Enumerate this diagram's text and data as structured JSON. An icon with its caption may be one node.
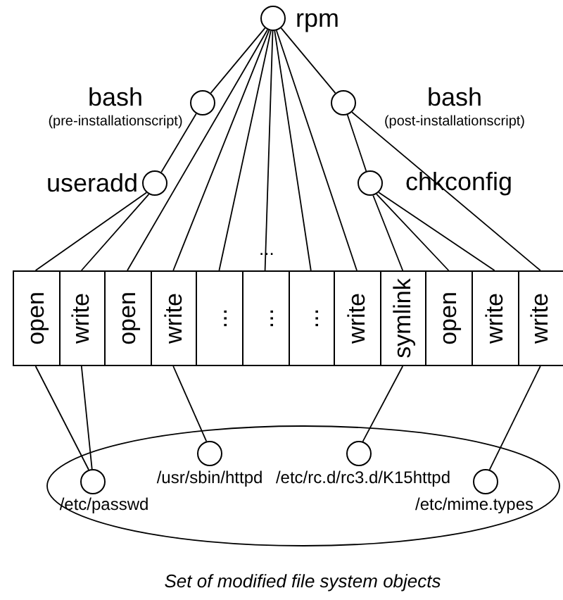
{
  "diagram": {
    "nodes": [
      {
        "text": [
          "rpm"
        ]
      },
      {
        "text": [
          "bash",
          "(pre-installationscript)"
        ]
      },
      {
        "text": [
          "bash",
          "(post-installationscript)"
        ]
      },
      {
        "text": [
          "useradd"
        ]
      },
      {
        "text": [
          "chkconfig"
        ]
      },
      {
        "text": [
          "open"
        ]
      },
      {
        "text": [
          "write"
        ]
      },
      {
        "text": [
          "open"
        ]
      },
      {
        "text": [
          "write"
        ]
      },
      {
        "text": [
          "..."
        ]
      },
      {
        "text": [
          "..."
        ]
      },
      {
        "text": [
          "..."
        ]
      },
      {
        "text": [
          "write"
        ]
      },
      {
        "text": [
          "symlink"
        ]
      },
      {
        "text": [
          "open"
        ]
      },
      {
        "text": [
          "write"
        ]
      },
      {
        "text": [
          "write"
        ]
      },
      {
        "text": [
          "Set of modified file system objects"
        ]
      },
      {
        "text": [
          "/etc/passwd"
        ],
        "in": 17
      },
      {
        "text": [
          "/usr/sbin/httpd"
        ],
        "in": 17
      },
      {
        "text": [
          "/etc/rc.d/rc3.d/K15httpd"
        ],
        "in": 17
      },
      {
        "text": [
          "/etc/mime.types"
        ],
        "in": 17
      }
    ],
    "edges": [
      {
        "from": 0,
        "to": 1,
        "arrow": "none"
      },
      {
        "from": 0,
        "to": 2,
        "arrow": "none"
      },
      {
        "from": 1,
        "to": 3,
        "arrow": "none"
      },
      {
        "from": 2,
        "to": 4,
        "arrow": "none"
      },
      {
        "from": 3,
        "to": 5,
        "arrow": "none"
      },
      {
        "from": 3,
        "to": 6,
        "arrow": "none"
      },
      {
        "from": 0,
        "to": 7,
        "arrow": "none"
      },
      {
        "from": 0,
        "to": 8,
        "arrow": "none"
      },
      {
        "from": 0,
        "to": 9,
        "arrow": "none"
      },
      {
        "from": 0,
        "to": 10,
        "arrow": "none"
      },
      {
        "from": 0,
        "to": 11,
        "arrow": "none"
      },
      {
        "from": 0,
        "to": 12,
        "arrow": "none"
      },
      {
        "from": 4,
        "to": 13,
        "arrow": "none"
      },
      {
        "from": 4,
        "to": 14,
        "arrow": "none"
      },
      {
        "from": 4,
        "to": 15,
        "arrow": "none"
      },
      {
        "from": 2,
        "to": 16,
        "arrow": "none"
      },
      {
        "from": 5,
        "to": 18,
        "arrow": "none"
      },
      {
        "from": 6,
        "to": 18,
        "arrow": "none"
      },
      {
        "from": 8,
        "to": 19,
        "arrow": "none"
      },
      {
        "from": 13,
        "to": 20,
        "arrow": "none"
      },
      {
        "from": 16,
        "to": 21,
        "arrow": "none"
      }
    ],
    "labels": [
      "..."
    ]
  }
}
